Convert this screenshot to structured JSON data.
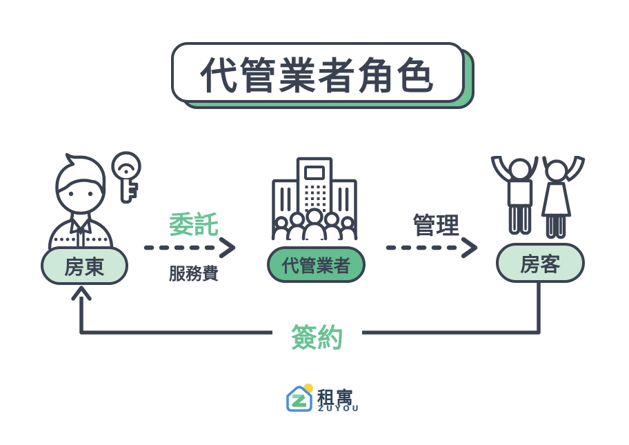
{
  "title": "代管業者角色",
  "nodes": {
    "landlord": {
      "label": "房東",
      "icon": "landlord-person-with-key-icon"
    },
    "agent": {
      "label": "代管業者",
      "icon": "office-building-with-crowd-icon"
    },
    "tenant": {
      "label": "房客",
      "icon": "cheering-couple-icon"
    }
  },
  "edges": {
    "entrust": {
      "label": "委託",
      "sublabel": "服務費",
      "from": "房東",
      "to": "代管業者",
      "style": "dashed-arrow"
    },
    "manage": {
      "label": "管理",
      "from": "代管業者",
      "to": "房客",
      "style": "dashed-arrow"
    },
    "contract": {
      "label": "簽約",
      "from": "房客",
      "to": "房東",
      "style": "solid-line-arrow"
    }
  },
  "logo": {
    "name": "租寓",
    "romanized": "ZUYOU",
    "icon": "house-logo-icon"
  },
  "colors": {
    "ink": "#3A4252",
    "green_text": "#68C293",
    "pill_light_green": "#CDE8D6",
    "pill_mid_green": "#63BD8F",
    "title_shadow_green": "#6EC295",
    "logo_blue": "#4A90D9",
    "logo_yellow": "#F6D544",
    "logo_navy": "#2D4258"
  }
}
